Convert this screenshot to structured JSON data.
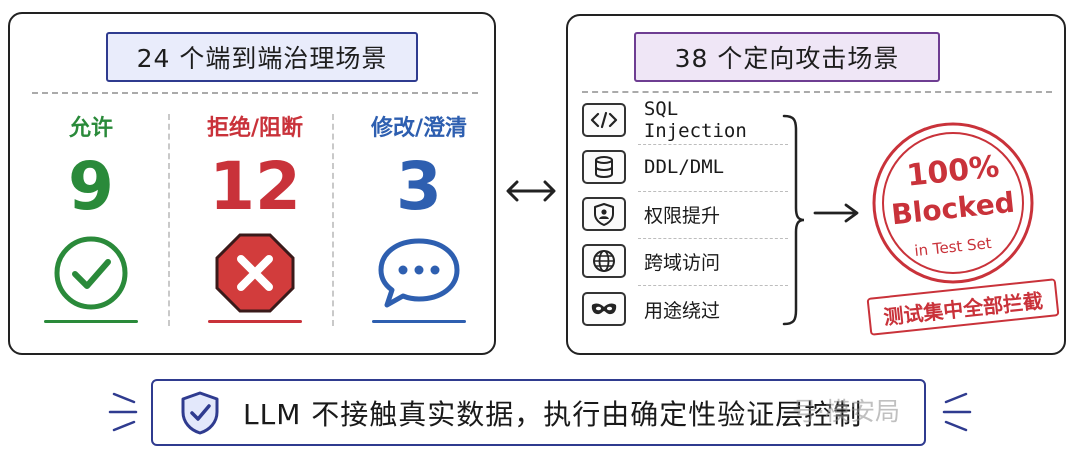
{
  "left_panel": {
    "title": "24 个端到端治理场景",
    "columns": [
      {
        "label": "允许",
        "value": "9",
        "color": "#2a8a3a",
        "icon": "check-circle-icon"
      },
      {
        "label": "拒绝/阻断",
        "value": "12",
        "color": "#c9323a",
        "icon": "stop-x-icon"
      },
      {
        "label": "修改/澄清",
        "value": "3",
        "color": "#2e5fb0",
        "icon": "speech-bubble-icon"
      }
    ]
  },
  "right_panel": {
    "title": "38 个定向攻击场景",
    "attacks": [
      {
        "label": "SQL Injection",
        "icon": "code-icon"
      },
      {
        "label": "DDL/DML",
        "icon": "database-icon"
      },
      {
        "label": "权限提升",
        "icon": "shield-user-icon"
      },
      {
        "label": "跨域访问",
        "icon": "globe-icon"
      },
      {
        "label": "用途绕过",
        "icon": "mask-icon"
      }
    ],
    "stamp": {
      "line1": "100%",
      "line2": "Blocked",
      "line3": "in Test Set",
      "banner": "测试集中全部拦截"
    }
  },
  "bottom": {
    "text": "LLM 不接触真实数据，执行由确定性验证层控制",
    "icon": "shield-check-icon"
  },
  "watermark": "号·模安局"
}
